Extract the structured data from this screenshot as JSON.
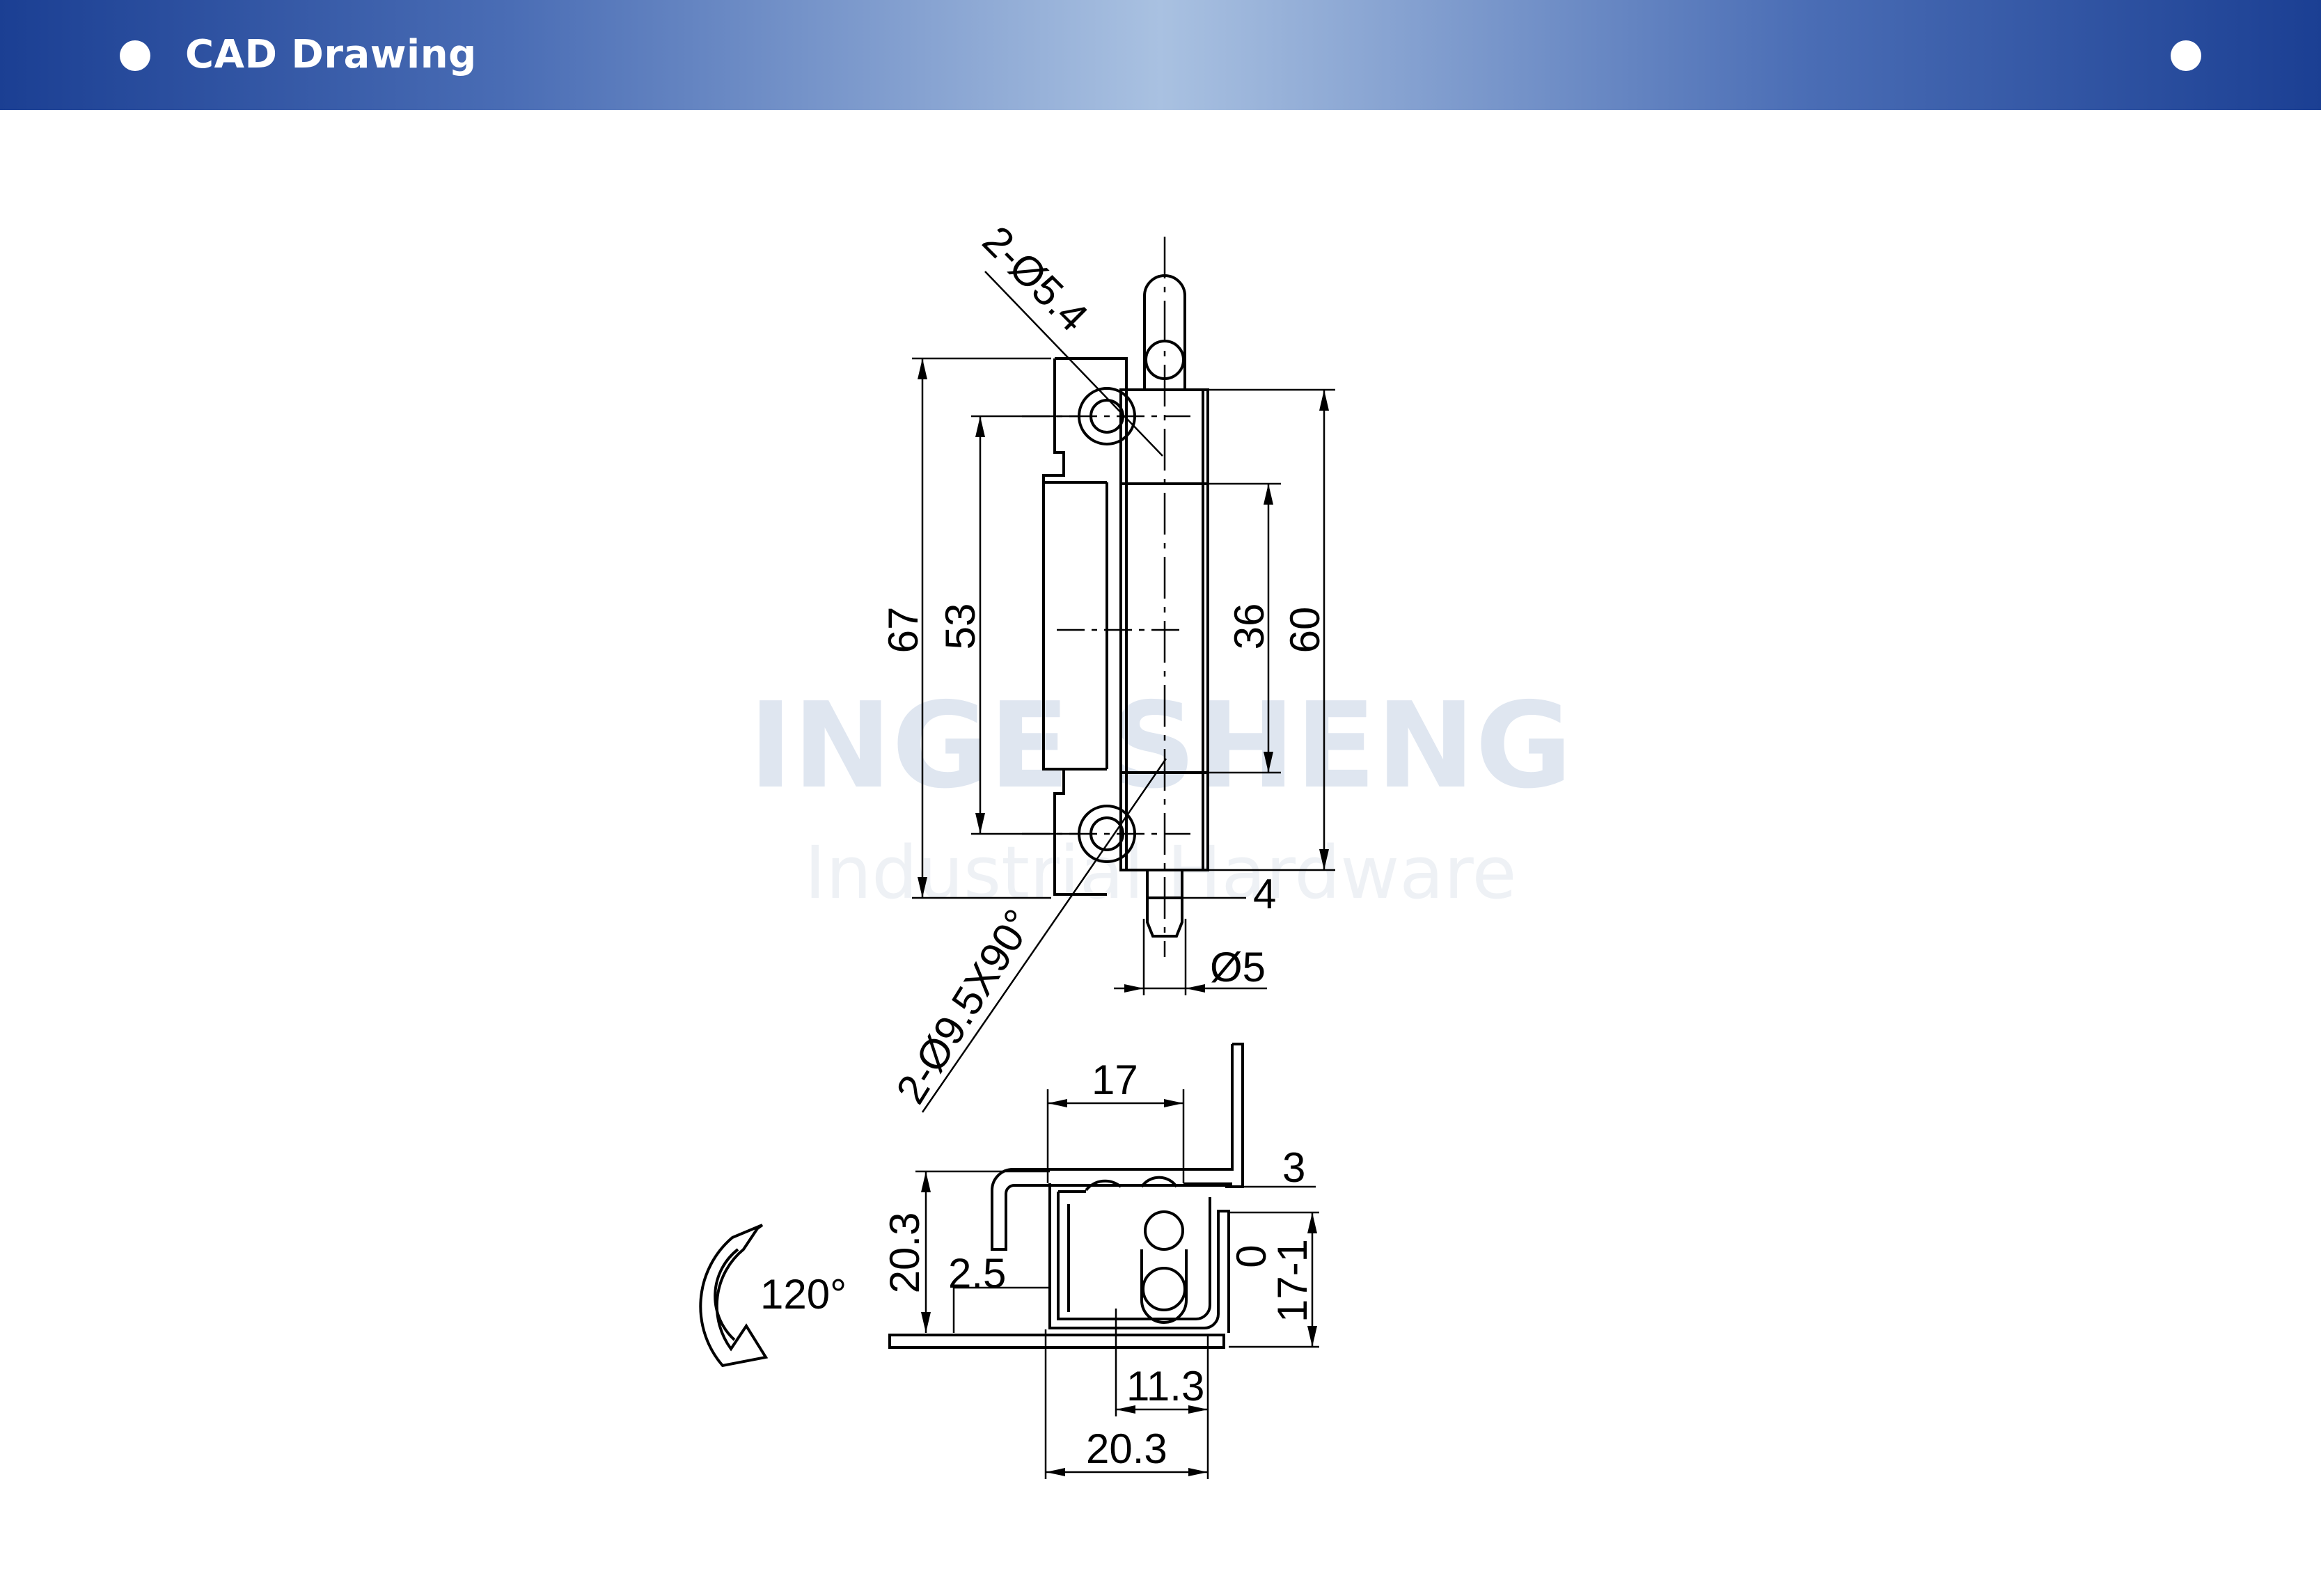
{
  "header": {
    "title": "CAD Drawing",
    "accent_color": "#1b3f93",
    "gradient_center": "#a9c1e1"
  },
  "watermark": {
    "brand": "INGE SHENG",
    "tagline": "Industrial Hardware"
  },
  "front_view": {
    "dimensions": {
      "mounting_holes": "2-Ø5.4",
      "countersink": "2-Ø9.5X90°",
      "overall_length": "67",
      "hole_spacing": "53",
      "leaf_length": "36",
      "pin_length": "60",
      "pin_tip": "4",
      "pin_diameter": "Ø5"
    }
  },
  "side_view": {
    "dimensions": {
      "top_width": "17",
      "thickness": "3",
      "height": "20.3",
      "offset": "2.5",
      "pin_zero": "0",
      "range": "17-1",
      "pin_position": "11.3",
      "bottom_width": "20.3"
    },
    "rotation_angle": "120°"
  }
}
